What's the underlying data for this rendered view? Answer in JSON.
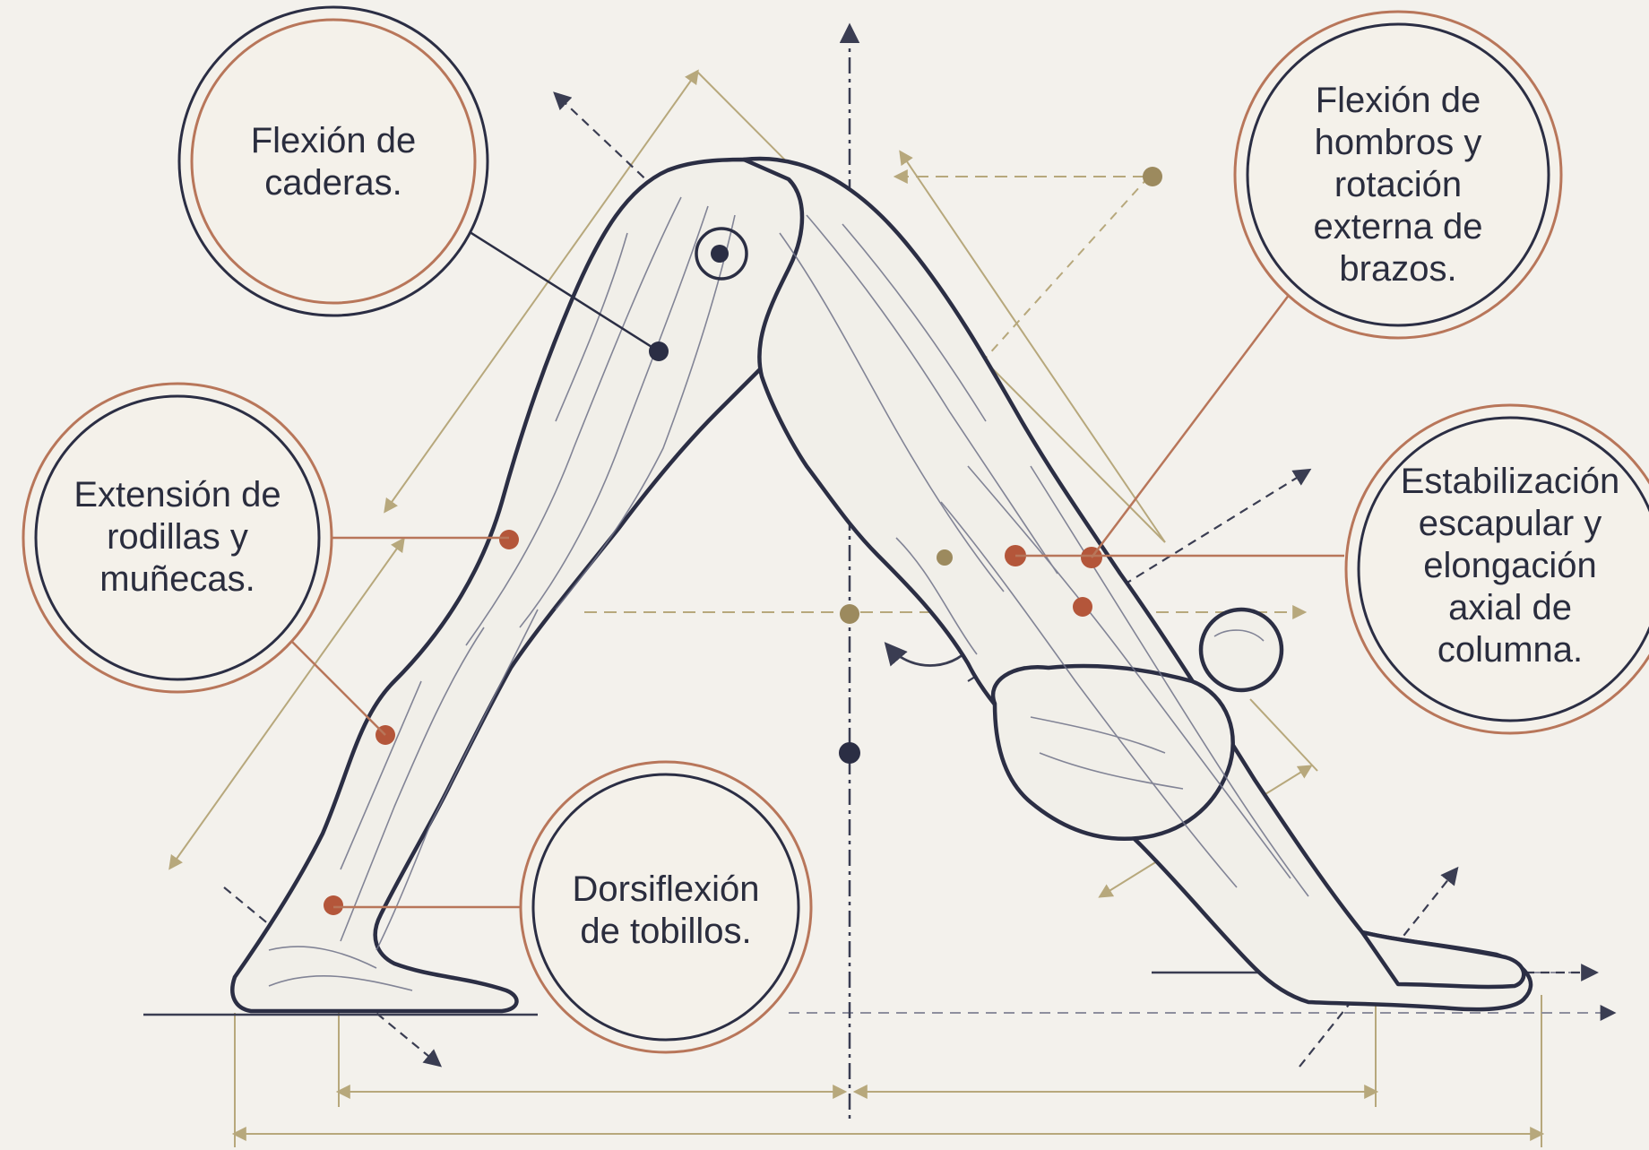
{
  "colors": {
    "background": "#f3f1ec",
    "outline": "#2b2e44",
    "muscle_line": "#6f7288",
    "accent_dot": "#b4563a",
    "guide_line": "#b7a87c",
    "guide_dot": "#9c8a5e",
    "callout_ring": "#b8765a",
    "callout_fill": "#f4f1ea"
  },
  "callouts": {
    "hips": {
      "lines": [
        "Flexión de",
        "caderas."
      ]
    },
    "shoulders": {
      "lines": [
        "Flexión de",
        "hombros y",
        "rotación",
        "externa de",
        "brazos."
      ]
    },
    "knees": {
      "lines": [
        "Extensión de",
        "rodillas y",
        "muñecas."
      ]
    },
    "scapula": {
      "lines": [
        "Estabilización",
        "escapular y",
        "elongación",
        "axial de",
        "columna."
      ]
    },
    "ankles": {
      "lines": [
        "Dorsiflexión",
        "de tobillos."
      ]
    }
  }
}
